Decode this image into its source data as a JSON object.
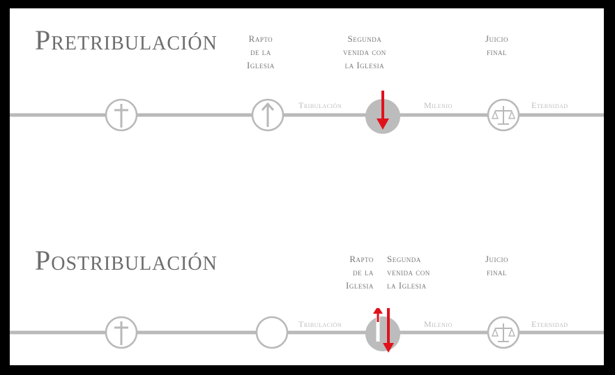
{
  "pre": {
    "title": "Pretribulación",
    "labels": {
      "rapture": [
        "Rapto",
        "de la",
        "Iglesia"
      ],
      "second_coming": [
        "Segunda",
        "venida con",
        "la Iglesia"
      ],
      "judgment": [
        "Juicio",
        "final"
      ]
    },
    "segments": [
      "Tribulación",
      "Milenio",
      "Eternidad"
    ],
    "icons": [
      "cross-icon",
      "up-arrow-icon",
      "down-arrow-icon",
      "scales-icon"
    ]
  },
  "post": {
    "title": "Postribulación",
    "labels": {
      "rapture": [
        "Rapto",
        "de la",
        "Iglesia"
      ],
      "second_coming": [
        "Segunda",
        "venida con",
        "la Iglesia"
      ],
      "judgment": [
        "Juicio",
        "final"
      ]
    },
    "segments": [
      "Tribulación",
      "Milenio",
      "Eternidad"
    ],
    "icons": [
      "cross-icon",
      "up-arrow-icon",
      "down-arrow-icon",
      "scales-icon"
    ]
  },
  "colors": {
    "line": "#b9b9b9",
    "node_fill": "#bcbcbc",
    "arrow": "#e0121c",
    "title": "#6d6d6d",
    "frame": "#000000"
  }
}
